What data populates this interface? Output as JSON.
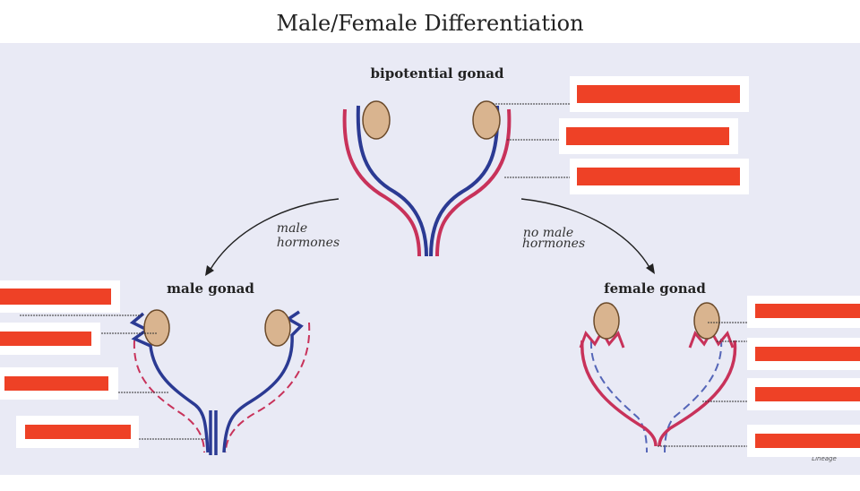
{
  "title": "Male/Female Differentiation",
  "stages": {
    "top": "bipotential gonad",
    "left": "male gonad",
    "right": "female gonad"
  },
  "arrows": {
    "left": [
      "male",
      "hormones"
    ],
    "right": [
      "no male",
      "hormones"
    ]
  },
  "credit": [
    "Lineage"
  ],
  "colors": {
    "wolffian_duct": "#2b3a93",
    "mullerian_duct": "#c8325a",
    "gonad": "#d9b48f",
    "background": "#e9eaf5",
    "label_blank": "#ee4126"
  }
}
